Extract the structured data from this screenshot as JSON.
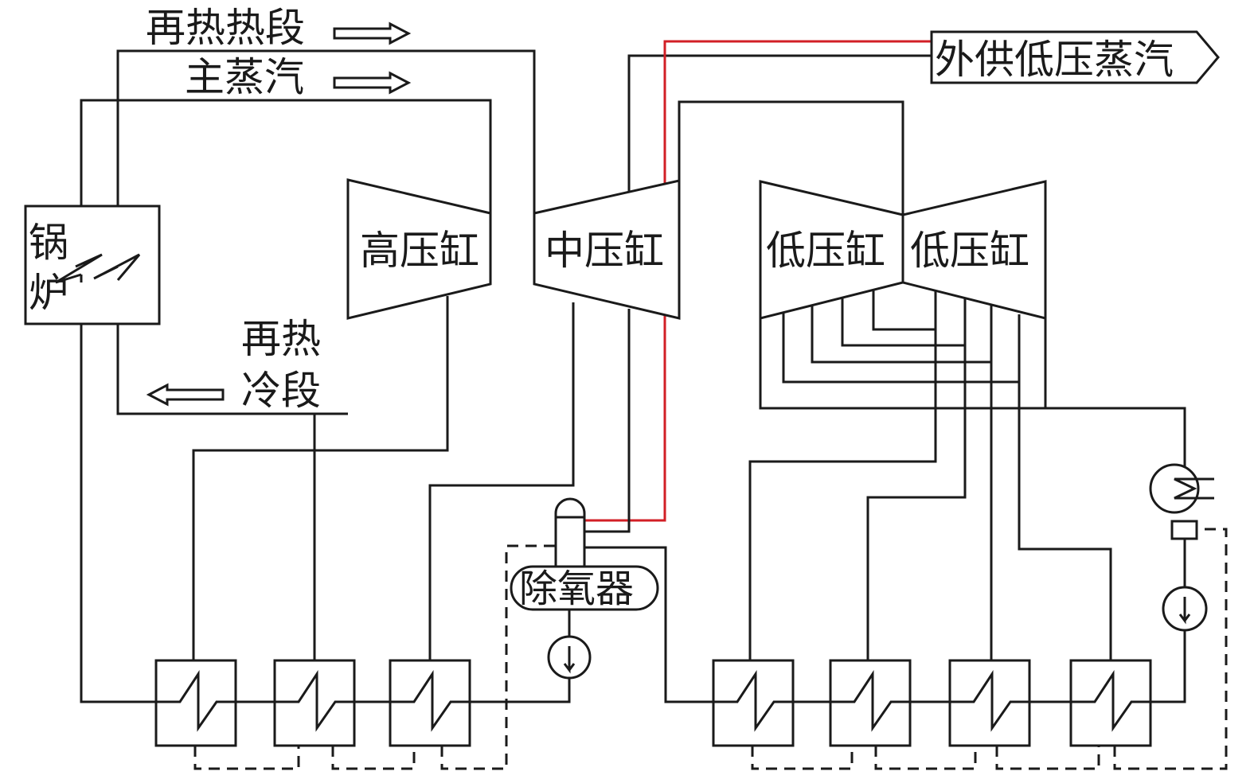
{
  "labels": {
    "reheat_hot": "再热热段",
    "main_steam": "主蒸汽",
    "external_lp_steam": "外供低压蒸汽",
    "boiler_1": "锅",
    "boiler_2": "炉",
    "hp_cylinder": "高压缸",
    "ip_cylinder": "中压缸",
    "lp_cylinder_left": "低压缸",
    "lp_cylinder_right": "低压缸",
    "reheat_cold_1": "再热",
    "reheat_cold_2": "冷段",
    "deaerator": "除氧器"
  },
  "colors": {
    "line": "#1a1a1a",
    "external_supply_line": "#d21f26"
  }
}
